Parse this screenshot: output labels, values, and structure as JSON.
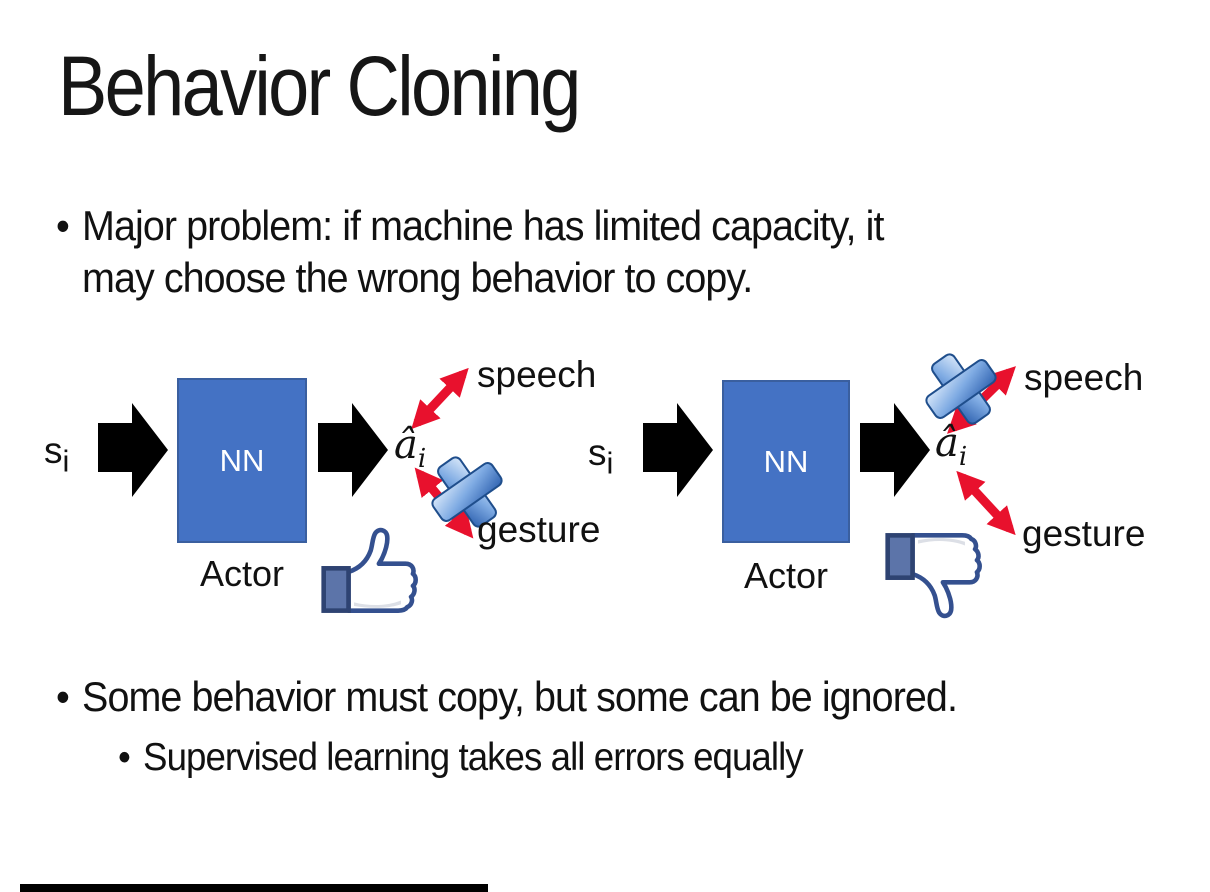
{
  "slide": {
    "title": "Behavior Cloning",
    "bullet_glyph": "•",
    "bullet1_line1": "Major problem: if machine has limited capacity, it",
    "bullet1_line2": "may choose the wrong behavior to copy.",
    "bullet2": "Some behavior must copy, but some can be ignored.",
    "sub_bullet": "Supervised learning takes all errors equally"
  },
  "diagram": {
    "left": {
      "state_base": "s",
      "state_sub": "i",
      "nn_label": "NN",
      "actor_label": "Actor",
      "action_base": "â",
      "action_sub": "i",
      "speech_label": "speech",
      "gesture_label": "gesture",
      "feedback_icon": "thumbs-up-icon",
      "crossed_out_branch": "gesture"
    },
    "right": {
      "state_base": "s",
      "state_sub": "i",
      "nn_label": "NN",
      "actor_label": "Actor",
      "action_base": "â",
      "action_sub": "i",
      "speech_label": "speech",
      "gesture_label": "gesture",
      "feedback_icon": "thumbs-down-icon",
      "crossed_out_branch": "speech"
    }
  },
  "colors": {
    "nn_box": "#4472C4",
    "nn_border": "#3A5F9F",
    "arrow_red": "#E8112D",
    "cross_light": "#D9E8FA",
    "cross_mid": "#7FABE3",
    "cross_dark": "#2F62B0",
    "cross_edge": "#1F4E8C",
    "thumb_outline": "#34508F",
    "thumb_cuff": "#5C74A9",
    "arrow_black": "#000000",
    "ink": "#111111",
    "bg": "#FFFFFF"
  }
}
